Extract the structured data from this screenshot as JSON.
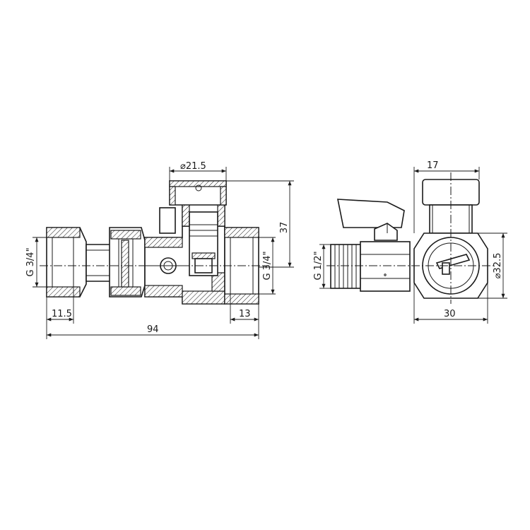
{
  "section_view": {
    "dia_top_label": "⌀21.5",
    "height_label": "37",
    "left_thread_label": "G 3/4\"",
    "right_thread_label": "G 3/4\"",
    "left_depth_label": "11.5",
    "right_depth_label": "13",
    "length_label": "94"
  },
  "side_view": {
    "top_width_label": "17",
    "thread_label": "G 1/2\"",
    "dia_label": "⌀32.5",
    "width_label": "30"
  }
}
